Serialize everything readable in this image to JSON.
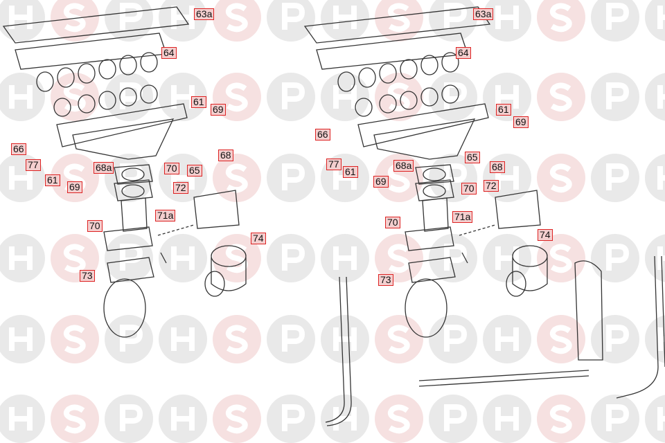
{
  "watermark": {
    "letters": [
      "H",
      "S",
      "P"
    ]
  },
  "colors": {
    "label_border": "#dd2222",
    "label_fill": "#f4cfcf"
  },
  "left_diagram": {
    "labels": [
      "63a",
      "64",
      "61",
      "69",
      "66",
      "77",
      "68",
      "65",
      "68a",
      "70",
      "61",
      "69",
      "72",
      "70",
      "71a",
      "74",
      "73"
    ]
  },
  "right_diagram": {
    "labels": [
      "63a",
      "64",
      "61",
      "69",
      "66",
      "77",
      "65",
      "68",
      "61",
      "68a",
      "69",
      "70",
      "72",
      "70",
      "71a",
      "74",
      "73"
    ]
  }
}
